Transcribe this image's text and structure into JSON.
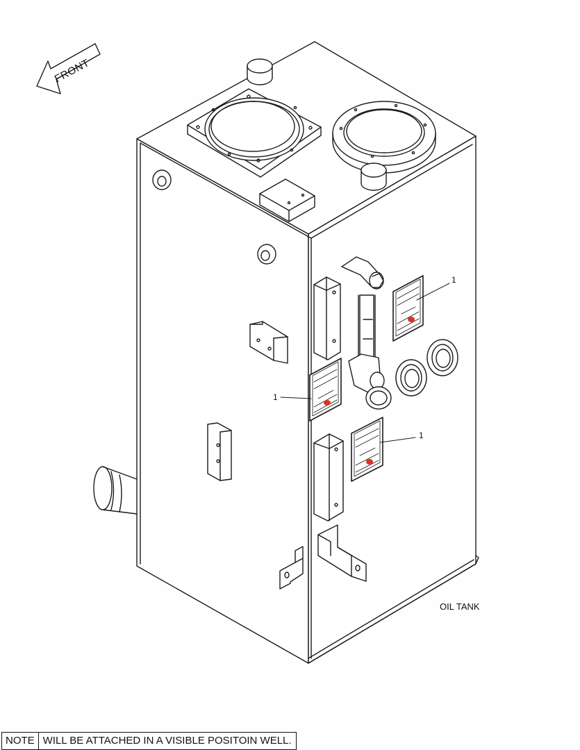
{
  "diagram": {
    "front_arrow_label": "FRONT",
    "callout_label": "1",
    "caption": "OIL TANK"
  },
  "note": {
    "tag": "NOTE",
    "text": "WILL BE ATTACHED IN A VISIBLE POSITOIN WELL."
  },
  "colors": {
    "line": "#1a1a1a",
    "label_red": "#d9351f"
  }
}
